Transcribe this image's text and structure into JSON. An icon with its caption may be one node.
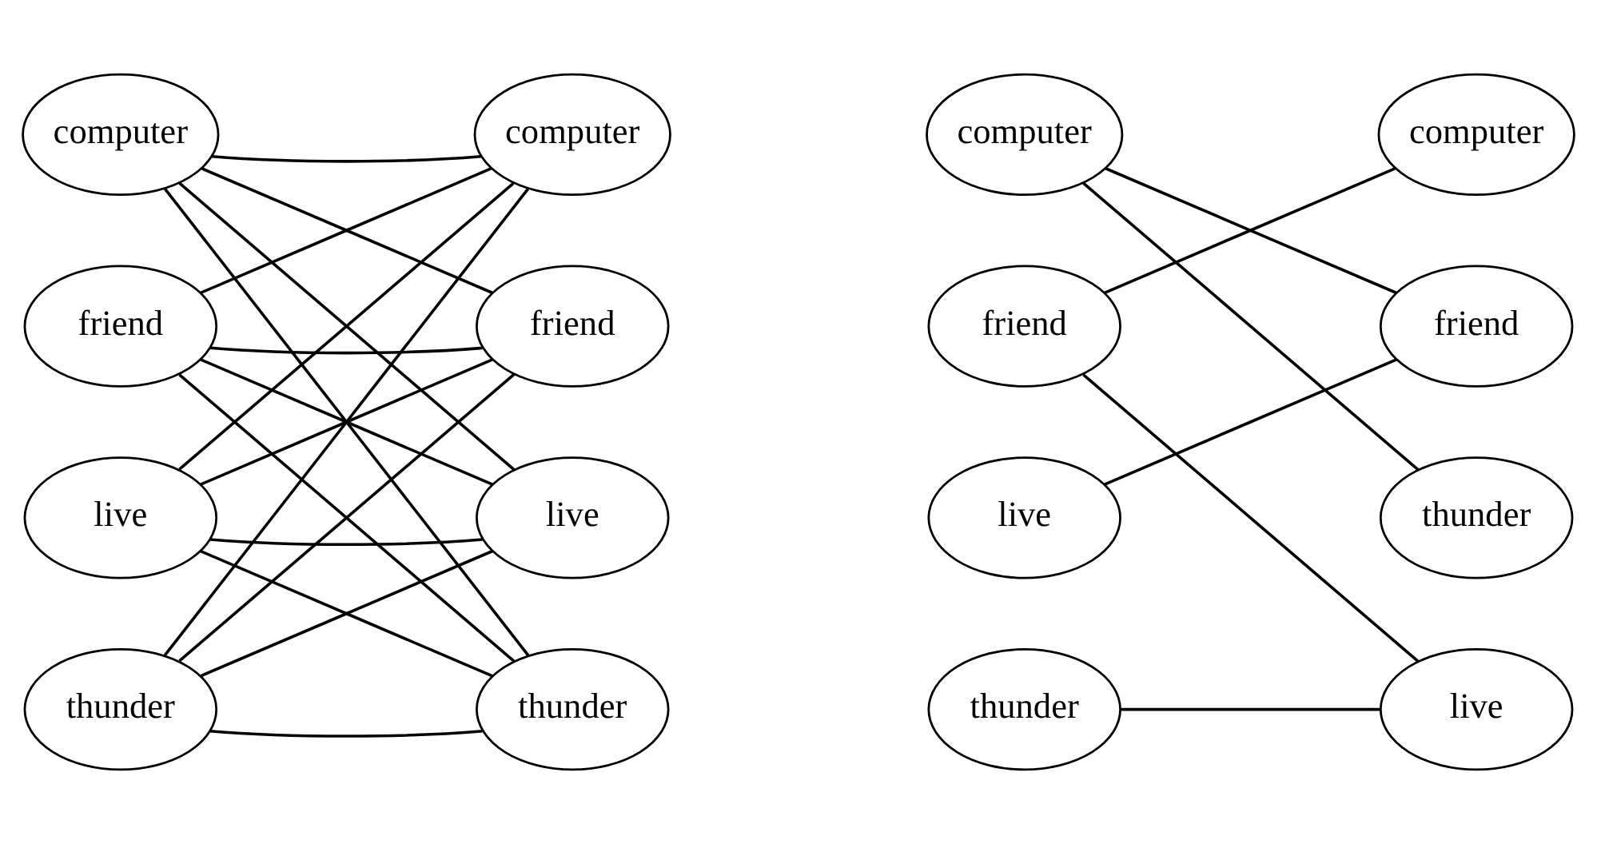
{
  "diagram": {
    "nodes": [
      {
        "text": [
          "computer"
        ]
      },
      {
        "text": [
          "friend"
        ]
      },
      {
        "text": [
          "thunder"
        ]
      },
      {
        "text": [
          "live"
        ]
      },
      {
        "text": [
          "computer"
        ]
      },
      {
        "text": [
          "friend"
        ]
      },
      {
        "text": [
          "thunder"
        ]
      },
      {
        "text": [
          "live"
        ]
      },
      {
        "text": [
          "computer"
        ]
      },
      {
        "text": [
          "friend"
        ]
      },
      {
        "text": [
          "thunder"
        ]
      },
      {
        "text": [
          "live"
        ]
      },
      {
        "text": [
          "computer"
        ]
      },
      {
        "text": [
          "friend"
        ]
      },
      {
        "text": [
          "thunder"
        ]
      },
      {
        "text": [
          "live"
        ]
      }
    ],
    "edges": [
      {
        "from": 0,
        "to": 4,
        "arrow": "none"
      },
      {
        "from": 0,
        "to": 5,
        "arrow": "none"
      },
      {
        "from": 0,
        "to": 6,
        "arrow": "none"
      },
      {
        "from": 0,
        "to": 7,
        "arrow": "none"
      },
      {
        "from": 1,
        "to": 4,
        "arrow": "none"
      },
      {
        "from": 1,
        "to": 5,
        "arrow": "none"
      },
      {
        "from": 1,
        "to": 6,
        "arrow": "none"
      },
      {
        "from": 1,
        "to": 7,
        "arrow": "none"
      },
      {
        "from": 2,
        "to": 4,
        "arrow": "none"
      },
      {
        "from": 2,
        "to": 5,
        "arrow": "none"
      },
      {
        "from": 2,
        "to": 6,
        "arrow": "none"
      },
      {
        "from": 2,
        "to": 7,
        "arrow": "none"
      },
      {
        "from": 3,
        "to": 4,
        "arrow": "none"
      },
      {
        "from": 3,
        "to": 5,
        "arrow": "none"
      },
      {
        "from": 3,
        "to": 6,
        "arrow": "none"
      },
      {
        "from": 3,
        "to": 7,
        "arrow": "none"
      },
      {
        "from": 8,
        "to": 13,
        "arrow": "none"
      },
      {
        "from": 8,
        "to": 14,
        "arrow": "none"
      },
      {
        "from": 9,
        "to": 12,
        "arrow": "none"
      },
      {
        "from": 9,
        "to": 15,
        "arrow": "none"
      },
      {
        "from": 10,
        "to": 15,
        "arrow": "none"
      },
      {
        "from": 11,
        "to": 13,
        "arrow": "none"
      }
    ]
  }
}
